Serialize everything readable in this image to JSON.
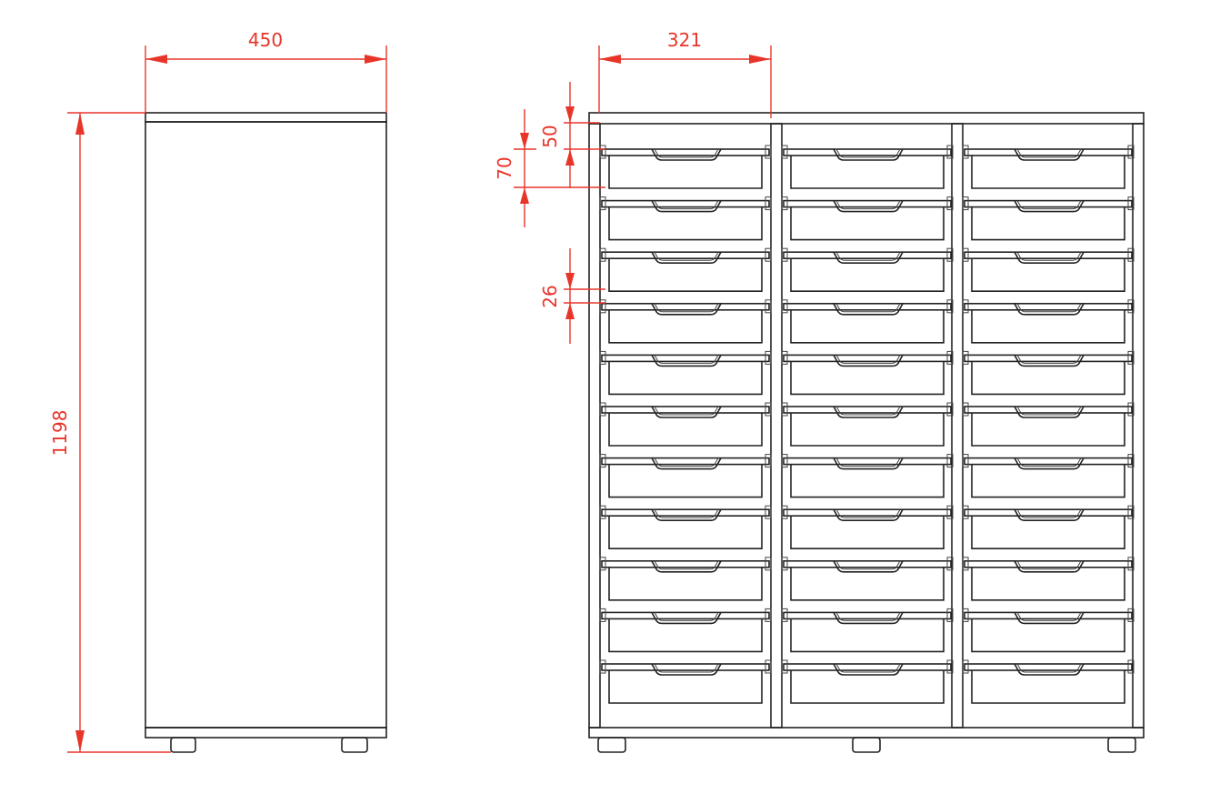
{
  "drawing": {
    "side_view": {
      "width_label": "450",
      "height_label": "1198"
    },
    "front_view": {
      "column_width_label": "321",
      "top_gap_label": "50",
      "tray_pitch_label": "70",
      "tray_gap_label": "26",
      "columns": 3,
      "rows": 11
    },
    "colors": {
      "dimension": "#e8352a",
      "outline": "#222222"
    }
  }
}
